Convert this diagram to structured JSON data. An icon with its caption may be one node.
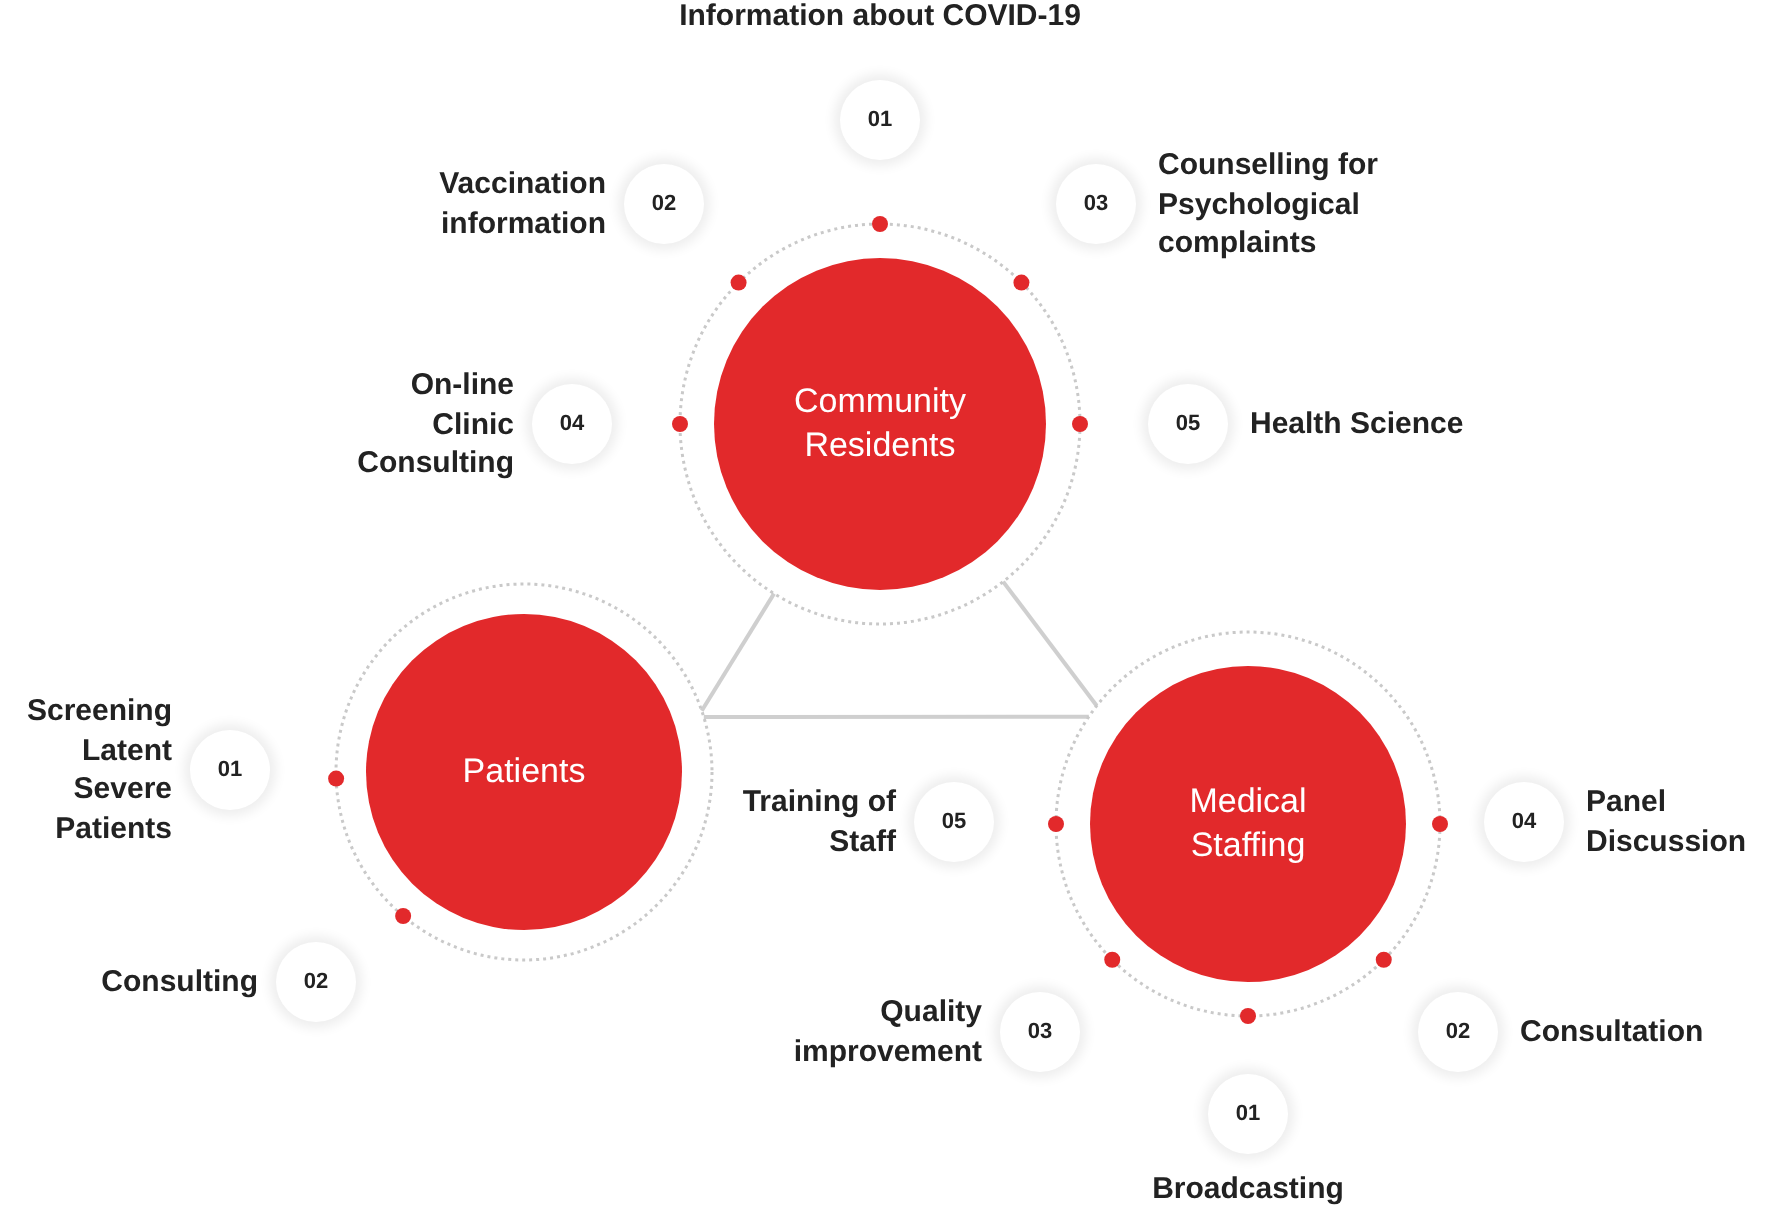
{
  "diagram": {
    "nodes": [
      {
        "text": [
          "Community Residents"
        ]
      },
      {
        "text": [
          "01"
        ],
        "beside": [
          "Information about COVID-19"
        ]
      },
      {
        "text": [
          "02"
        ],
        "beside": [
          "Vaccination information"
        ]
      },
      {
        "text": [
          "03"
        ],
        "beside": [
          "Counselling for Psychological complaints"
        ]
      },
      {
        "text": [
          "04"
        ],
        "beside": [
          "On-line Clinic Consulting"
        ]
      },
      {
        "text": [
          "05"
        ],
        "beside": [
          "Health Science"
        ]
      },
      {
        "text": [
          "Patients"
        ]
      },
      {
        "text": [
          "01"
        ],
        "beside": [
          "Screening Latent Severe Patients"
        ]
      },
      {
        "text": [
          "02"
        ],
        "beside": [
          "Consulting"
        ]
      },
      {
        "text": [
          "Medical Staffing"
        ]
      },
      {
        "text": [
          "01"
        ],
        "beside": [
          "Broadcasting"
        ]
      },
      {
        "text": [
          "02"
        ],
        "beside": [
          "Consultation"
        ]
      },
      {
        "text": [
          "03"
        ],
        "beside": [
          "Quality improvement"
        ]
      },
      {
        "text": [
          "04"
        ],
        "beside": [
          "Panel Discussion"
        ]
      },
      {
        "text": [
          "05"
        ],
        "beside": [
          "Training of Staff"
        ]
      }
    ],
    "edges": [
      {
        "from": 0,
        "to": 6,
        "arrow": "none"
      },
      {
        "from": 6,
        "to": 9,
        "arrow": "none"
      },
      {
        "from": 0,
        "to": 9,
        "arrow": "none"
      }
    ]
  }
}
